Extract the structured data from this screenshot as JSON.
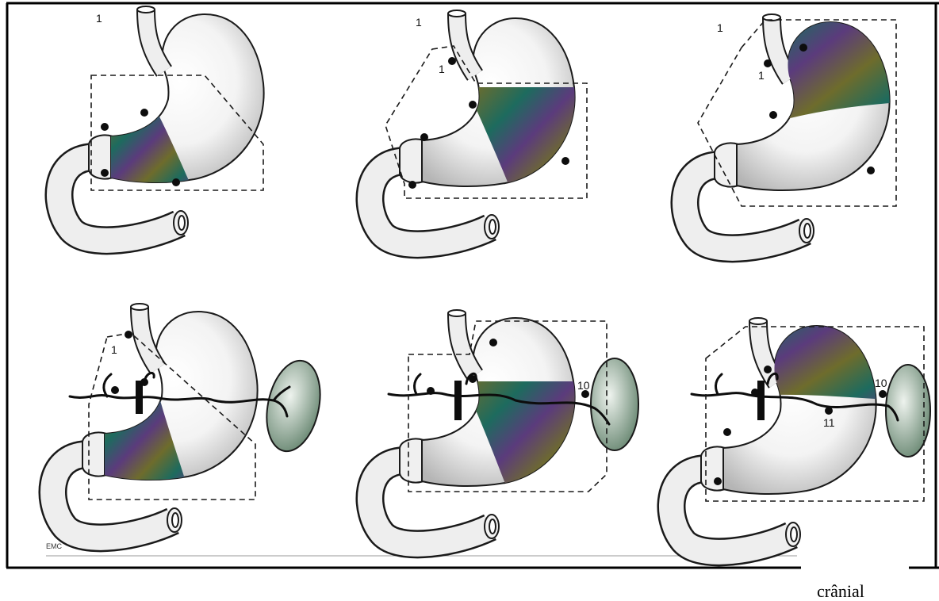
{
  "figure": {
    "panels": [
      {
        "labels": [
          "1"
        ]
      },
      {
        "labels": [
          "1",
          "1"
        ]
      },
      {
        "labels": [
          "1",
          "1"
        ]
      },
      {
        "labels": [
          "1"
        ]
      },
      {
        "labels": [
          "10"
        ]
      },
      {
        "labels": [
          "10",
          "11"
        ]
      }
    ],
    "credit": "EMC",
    "caption": "crânial"
  },
  "colors": {
    "organ_light": "#ffffff",
    "organ_edge": "#b5b5b5",
    "shade_teal": "#1d6b5e",
    "shade_purple": "#5b3b7c",
    "shade_olive": "#6e6c2c",
    "spleen_light": "#eef3ee",
    "spleen_edge": "#6c8a75"
  }
}
